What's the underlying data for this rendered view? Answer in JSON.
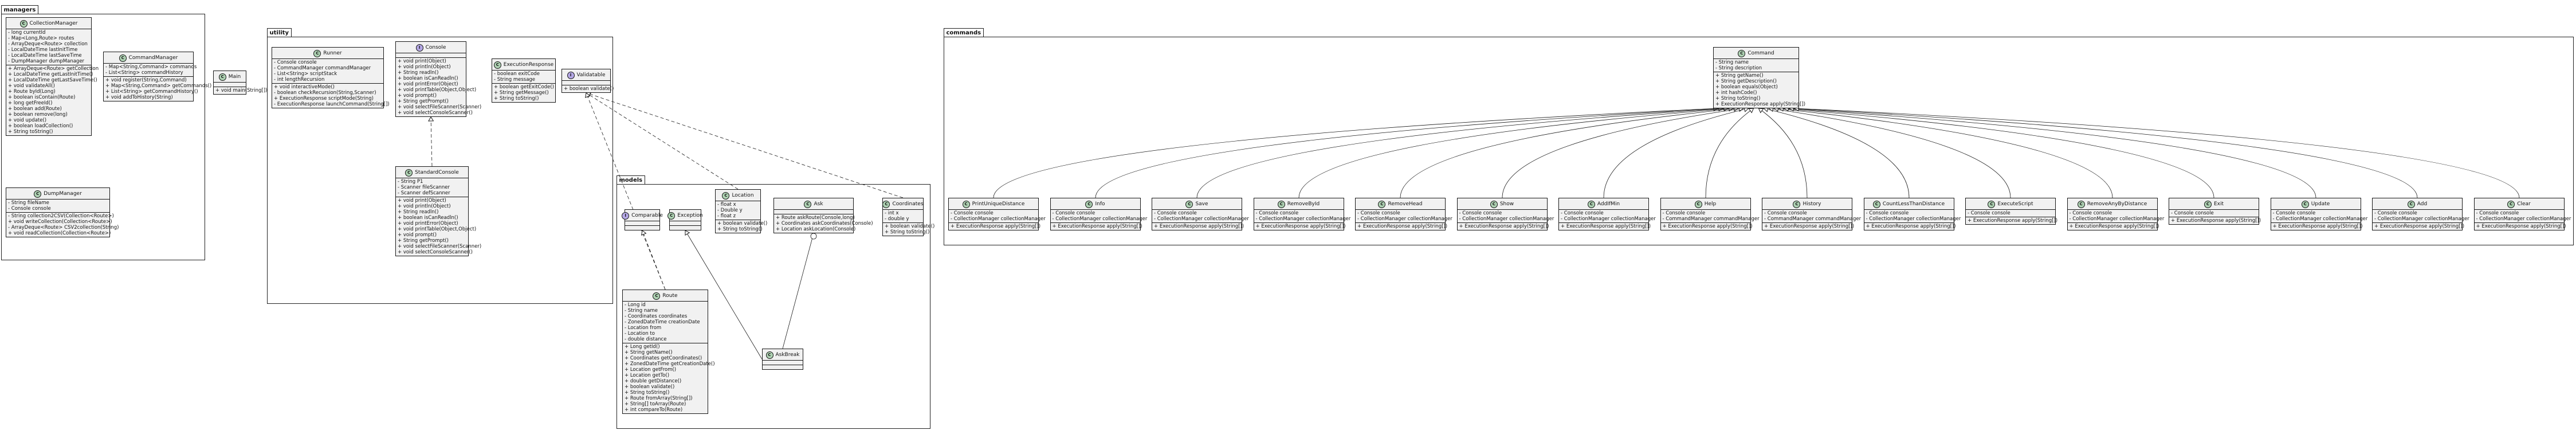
{
  "packages": {
    "managers": "managers",
    "utility": "utility",
    "models": "models",
    "commands": "commands"
  },
  "classes": [
    {
      "id": "CollectionManager",
      "kind": "C",
      "name": "CollectionManager",
      "fields": [
        "- long currentId",
        "- Map<Long,Route> routes",
        "- ArrayDeque<Route> collection",
        "- LocalDateTime lastInitTime",
        "- LocalDateTime lastSaveTime",
        "- DumpManager dumpManager"
      ],
      "methods": [
        "+ ArrayDeque<Route> getCollection",
        "+ LocalDateTime getLastInitTime()",
        "+ LocalDateTime getLastSaveTime()",
        "+ void validateAll()",
        "+ Route byId(Long)",
        "+ boolean isContain(Route)",
        "+ long getFreeId()",
        "+ boolean add(Route)",
        "+ boolean remove(long)",
        "+ void update()",
        "+ boolean loadCollection()",
        "+ String toString()"
      ]
    },
    {
      "id": "CommandManager",
      "kind": "C",
      "name": "CommandManager",
      "fields": [
        "- Map<String,Command> commands",
        "- List<String> commandHistory"
      ],
      "methods": [
        "+ void register(String,Command)",
        "+ Map<String,Command> getCommands()",
        "+ List<String> getCommandHistory()",
        "+ void addToHistory(String)"
      ]
    },
    {
      "id": "DumpManager",
      "kind": "C",
      "name": "DumpManager",
      "fields": [
        "- String fileName",
        "- Console console"
      ],
      "methods": [
        "- String collection2CSV(Collection<Route>)",
        "+ void writeCollection(Collection<Route>)",
        "- ArrayDeque<Route> CSV2collection(String)",
        "+ void readCollection(Collection<Route>)"
      ]
    },
    {
      "id": "Main",
      "kind": "C",
      "name": "Main",
      "fields": [],
      "methods": [
        "+ void main(String[])"
      ]
    },
    {
      "id": "Runner",
      "kind": "C",
      "name": "Runner",
      "fields": [
        "- Console console",
        "- CommandManager commandManager",
        "- List<String> scriptStack",
        "- int lengthRecursion"
      ],
      "methods": [
        "+ void interactiveMode()",
        "- boolean checkRecursion(String,Scanner)",
        "+ ExecutionResponse scriptMode(String)",
        "- ExecutionResponse launchCommand(String[])"
      ]
    },
    {
      "id": "Console",
      "kind": "I",
      "name": "Console",
      "fields": [],
      "methods": [
        "+ void print(Object)",
        "+ void println(Object)",
        "+ String readln()",
        "+ boolean isCanReadln()",
        "+ void printError(Object)",
        "+ void printTable(Object,Object)",
        "+ void prompt()",
        "+ String getPrompt()",
        "+ void selectFileScanner(Scanner)",
        "+ void selectConsoleScanner()"
      ]
    },
    {
      "id": "ExecutionResponse",
      "kind": "C",
      "name": "ExecutionResponse",
      "fields": [
        "- boolean exitCode",
        "- String message"
      ],
      "methods": [
        "+ boolean getExitCode()",
        "+ String getMessage()",
        "+ String toString()"
      ]
    },
    {
      "id": "Validatable",
      "kind": "I",
      "name": "Validatable",
      "fields": [],
      "methods": [
        "+ boolean validate()"
      ]
    },
    {
      "id": "StandardConsole",
      "kind": "C",
      "name": "StandardConsole",
      "fields": [
        "- String P1",
        "- Scanner fileScanner",
        "- Scanner defScanner"
      ],
      "methods": [
        "+ void print(Object)",
        "+ void println(Object)",
        "+ String readln()",
        "+ boolean isCanReadln()",
        "+ void printError(Object)",
        "+ void printTable(Object,Object)",
        "+ void prompt()",
        "+ String getPrompt()",
        "+ void selectFileScanner(Scanner)",
        "+ void selectConsoleScanner()"
      ]
    },
    {
      "id": "Comparable",
      "kind": "I",
      "name": "Comparable",
      "fields": [],
      "methods": []
    },
    {
      "id": "Exception",
      "kind": "C",
      "name": "Exception",
      "fields": [],
      "methods": []
    },
    {
      "id": "Location",
      "kind": "C",
      "name": "Location",
      "fields": [
        "- float x",
        "- Double y",
        "- float z"
      ],
      "methods": [
        "+ boolean validate()",
        "+ String toString()"
      ]
    },
    {
      "id": "Ask",
      "kind": "C",
      "name": "Ask",
      "fields": [],
      "methods": [
        "+ Route askRoute(Console,long)",
        "+ Coordinates askCoordinates(Console)",
        "+ Location askLocation(Console)"
      ]
    },
    {
      "id": "Coordinates",
      "kind": "C",
      "name": "Coordinates",
      "fields": [
        "- int x",
        "- double y"
      ],
      "methods": [
        "+ boolean validate()",
        "+ String toString()"
      ]
    },
    {
      "id": "Route",
      "kind": "C",
      "name": "Route",
      "fields": [
        "- Long id",
        "- String name",
        "- Coordinates coordinates",
        "- ZonedDateTime creationDate",
        "- Location from",
        "- Location to",
        "- double distance"
      ],
      "methods": [
        "+ Long getId()",
        "+ String getName()",
        "+ Coordinates getCoordinates()",
        "+ ZonedDateTime getCreationDate()",
        "+ Location getFrom()",
        "+ Location getTo()",
        "+ double getDistance()",
        "+ boolean validate()",
        "+ String toString()",
        "+ Route fromArray(String[])",
        "+ String[] toArray(Route)",
        "+ int compareTo(Route)"
      ]
    },
    {
      "id": "AskBreak",
      "kind": "C",
      "name": "AskBreak",
      "fields": [],
      "methods": []
    },
    {
      "id": "Command",
      "kind": "C",
      "name": "Command",
      "fields": [
        "- String name",
        "- String description"
      ],
      "methods": [
        "+ String getName()",
        "+ String getDescription()",
        "+ boolean equals(Object)",
        "+ int hashCode()",
        "+ String toString()",
        "+ ExecutionResponse apply(String[])"
      ]
    },
    {
      "id": "PrintUniqueDistance",
      "kind": "C",
      "name": "PrintUniqueDistance",
      "fields": [
        "- Console console",
        "- CollectionManager collectionManager"
      ],
      "methods": [
        "+ ExecutionResponse apply(String[])"
      ]
    },
    {
      "id": "Info",
      "kind": "C",
      "name": "Info",
      "fields": [
        "- Console console",
        "- CollectionManager collectionManager"
      ],
      "methods": [
        "+ ExecutionResponse apply(String[])"
      ]
    },
    {
      "id": "Save",
      "kind": "C",
      "name": "Save",
      "fields": [
        "- Console console",
        "- CollectionManager collectionManager"
      ],
      "methods": [
        "+ ExecutionResponse apply(String[])"
      ]
    },
    {
      "id": "RemoveById",
      "kind": "C",
      "name": "RemoveById",
      "fields": [
        "- Console console",
        "- CollectionManager collectionManager"
      ],
      "methods": [
        "+ ExecutionResponse apply(String[])"
      ]
    },
    {
      "id": "RemoveHead",
      "kind": "C",
      "name": "RemoveHead",
      "fields": [
        "- Console console",
        "- CollectionManager collectionManager"
      ],
      "methods": [
        "+ ExecutionResponse apply(String[])"
      ]
    },
    {
      "id": "Show",
      "kind": "C",
      "name": "Show",
      "fields": [
        "- Console console",
        "- CollectionManager collectionManager"
      ],
      "methods": [
        "+ ExecutionResponse apply(String[])"
      ]
    },
    {
      "id": "AddIfMin",
      "kind": "C",
      "name": "AddIfMin",
      "fields": [
        "- Console console",
        "- CollectionManager collectionManager"
      ],
      "methods": [
        "+ ExecutionResponse apply(String[])"
      ]
    },
    {
      "id": "Help",
      "kind": "C",
      "name": "Help",
      "fields": [
        "- Console console",
        "- CommandManager commandManager"
      ],
      "methods": [
        "+ ExecutionResponse apply(String[])"
      ]
    },
    {
      "id": "History",
      "kind": "C",
      "name": "History",
      "fields": [
        "- Console console",
        "- CommandManager commandManager"
      ],
      "methods": [
        "+ ExecutionResponse apply(String[])"
      ]
    },
    {
      "id": "CountLessThanDistance",
      "kind": "C",
      "name": "CountLessThanDistance",
      "fields": [
        "- Console console",
        "- CollectionManager collectionManager"
      ],
      "methods": [
        "+ ExecutionResponse apply(String[])"
      ]
    },
    {
      "id": "ExecuteScript",
      "kind": "C",
      "name": "ExecuteScript",
      "fields": [
        "- Console console"
      ],
      "methods": [
        "+ ExecutionResponse apply(String[])"
      ]
    },
    {
      "id": "RemoveAnyByDistance",
      "kind": "C",
      "name": "RemoveAnyByDistance",
      "fields": [
        "- Console console",
        "- CollectionManager collectionManager"
      ],
      "methods": [
        "+ ExecutionResponse apply(String[])"
      ]
    },
    {
      "id": "Exit",
      "kind": "C",
      "name": "Exit",
      "fields": [
        "- Console console"
      ],
      "methods": [
        "+ ExecutionResponse apply(String[])"
      ]
    },
    {
      "id": "Update",
      "kind": "C",
      "name": "Update",
      "fields": [
        "- Console console",
        "- CollectionManager collectionManager"
      ],
      "methods": [
        "+ ExecutionResponse apply(String[])"
      ]
    },
    {
      "id": "Add",
      "kind": "C",
      "name": "Add",
      "fields": [
        "- Console console",
        "- CollectionManager collectionManager"
      ],
      "methods": [
        "+ ExecutionResponse apply(String[])"
      ]
    },
    {
      "id": "Clear",
      "kind": "C",
      "name": "Clear",
      "fields": [
        "- Console console",
        "- CollectionManager collectionManager"
      ],
      "methods": [
        "+ ExecutionResponse apply(String[])"
      ]
    }
  ],
  "relations": [
    {
      "from": "StandardConsole",
      "to": "Console",
      "type": "implements"
    },
    {
      "from": "Location",
      "to": "Validatable",
      "type": "implements"
    },
    {
      "from": "Coordinates",
      "to": "Validatable",
      "type": "implements"
    },
    {
      "from": "Route",
      "to": "Validatable",
      "type": "implements"
    },
    {
      "from": "Route",
      "to": "Comparable",
      "type": "implements"
    },
    {
      "from": "AskBreak",
      "to": "Exception",
      "type": "extends"
    },
    {
      "from": "AskBreak",
      "to": "Ask",
      "type": "inner"
    },
    {
      "from": "PrintUniqueDistance",
      "to": "Command",
      "type": "extends"
    },
    {
      "from": "Info",
      "to": "Command",
      "type": "extends"
    },
    {
      "from": "Save",
      "to": "Command",
      "type": "extends"
    },
    {
      "from": "RemoveById",
      "to": "Command",
      "type": "extends"
    },
    {
      "from": "RemoveHead",
      "to": "Command",
      "type": "extends"
    },
    {
      "from": "Show",
      "to": "Command",
      "type": "extends"
    },
    {
      "from": "AddIfMin",
      "to": "Command",
      "type": "extends"
    },
    {
      "from": "Help",
      "to": "Command",
      "type": "extends"
    },
    {
      "from": "History",
      "to": "Command",
      "type": "extends"
    },
    {
      "from": "CountLessThanDistance",
      "to": "Command",
      "type": "extends"
    },
    {
      "from": "ExecuteScript",
      "to": "Command",
      "type": "extends"
    },
    {
      "from": "RemoveAnyByDistance",
      "to": "Command",
      "type": "extends"
    },
    {
      "from": "Exit",
      "to": "Command",
      "type": "extends"
    },
    {
      "from": "Update",
      "to": "Command",
      "type": "extends"
    },
    {
      "from": "Add",
      "to": "Command",
      "type": "extends"
    },
    {
      "from": "Clear",
      "to": "Command",
      "type": "extends"
    }
  ]
}
